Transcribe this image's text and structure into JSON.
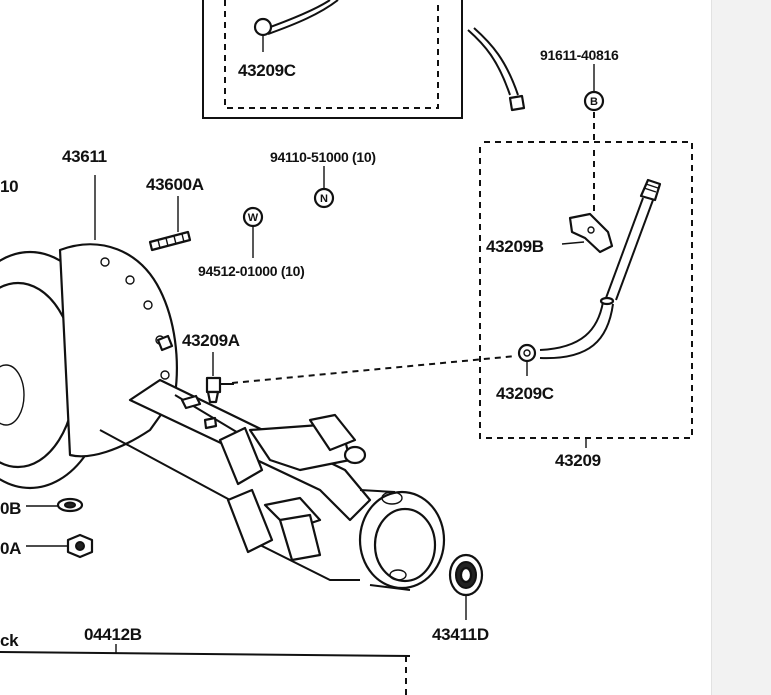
{
  "labels": {
    "partial_10": "10",
    "p43611": "43611",
    "p43600A": "43600A",
    "p94110": "94110-51000 (10)",
    "p94512": "94512-01000 (10)",
    "p43209A": "43209A",
    "p43209C_top": "43209C",
    "p91611": "91611-40816",
    "p43209B": "43209B",
    "p43209C": "43209C",
    "p43209": "43209",
    "p43411D": "43411D",
    "partial_0B": "0B",
    "partial_0A": "0A",
    "partial_ck": "ck",
    "p04412B": "04412B"
  },
  "symbols": {
    "n_symbol": "N",
    "w_symbol": "W",
    "b_symbol": "B"
  }
}
